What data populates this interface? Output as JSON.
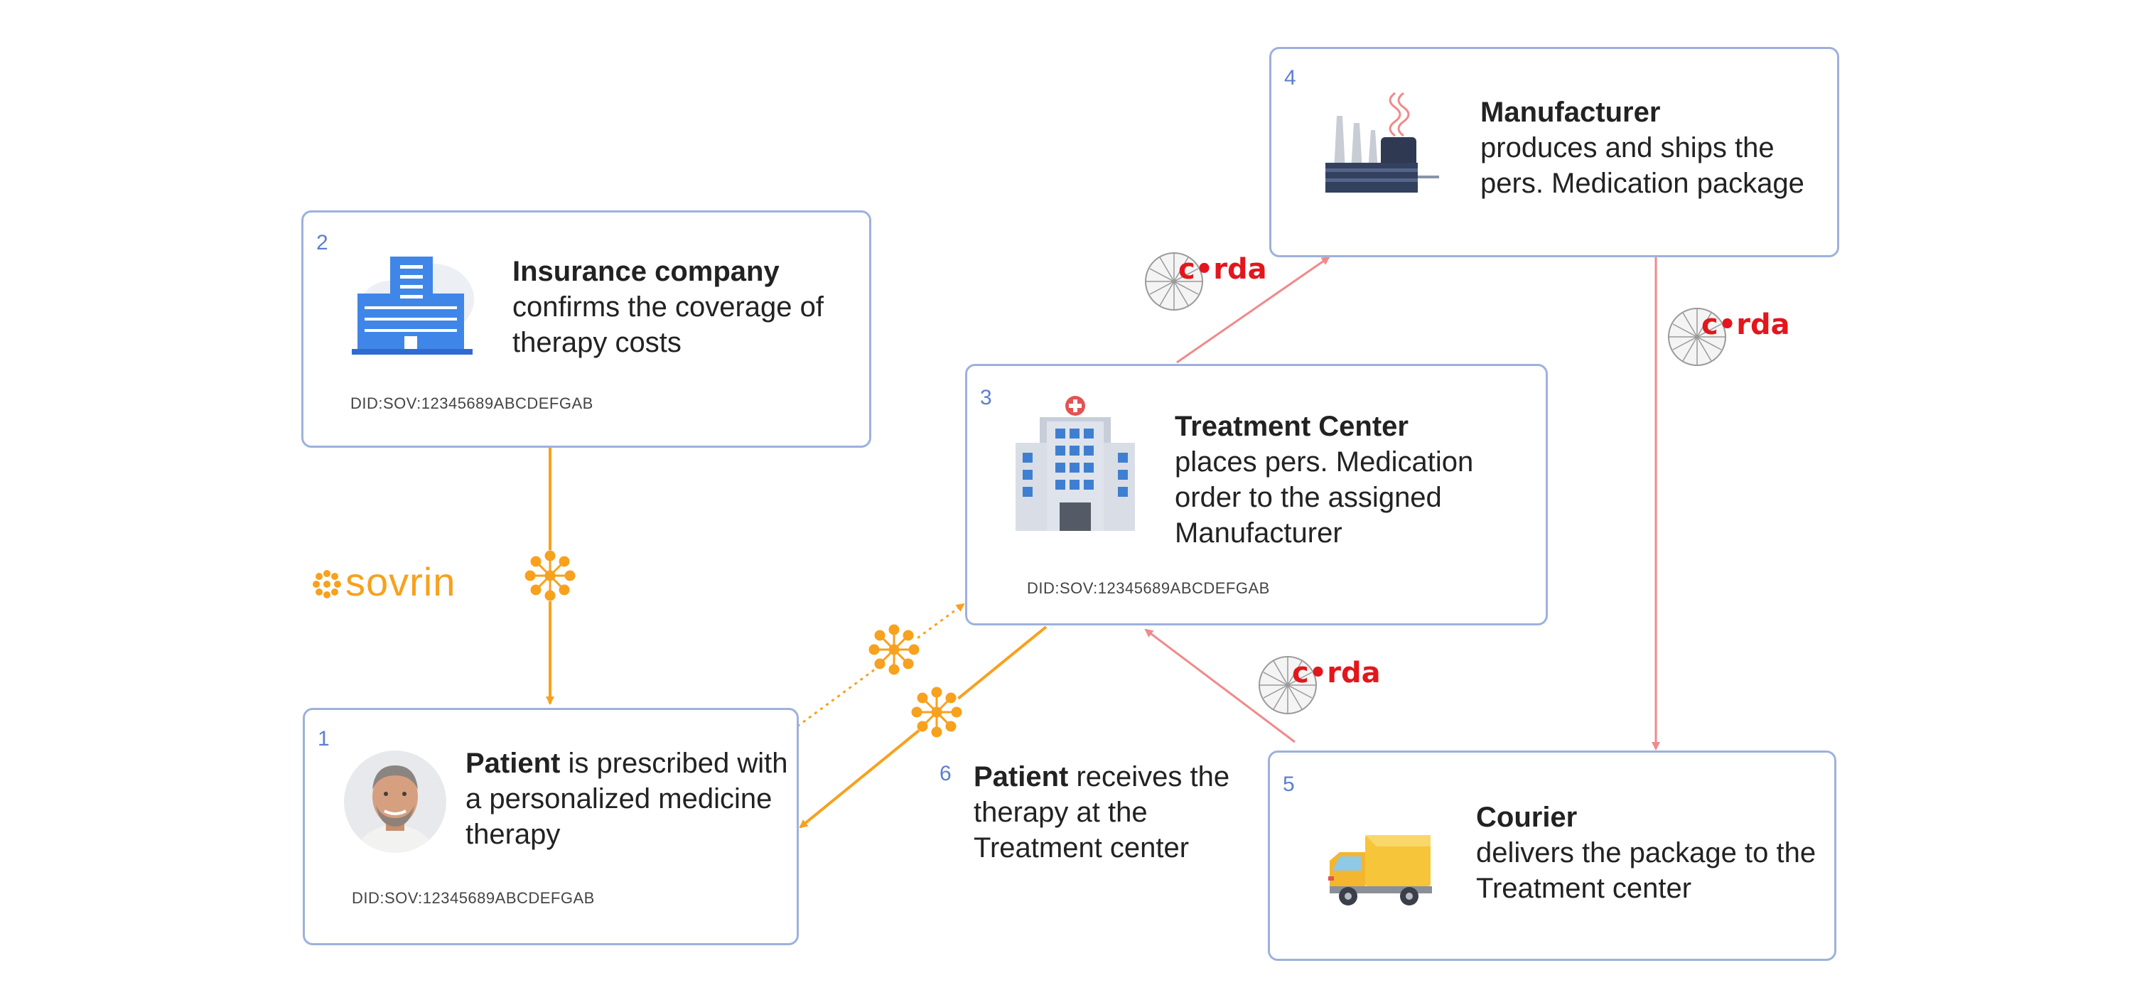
{
  "nodes": {
    "patient": {
      "number": "1",
      "title": "Patient",
      "text": " is prescribed with a personalized medicine therapy",
      "did": "DID:SOV:12345689ABCDEFGAB"
    },
    "insurance": {
      "number": "2",
      "title": "Insurance company",
      "text": "confirms the coverage of therapy costs",
      "did": "DID:SOV:12345689ABCDEFGAB"
    },
    "treatment": {
      "number": "3",
      "title": "Treatment Center",
      "text": "places pers. Medication order to the assigned Manufacturer",
      "did": "DID:SOV:12345689ABCDEFGAB"
    },
    "manufacturer": {
      "number": "4",
      "title": "Manufacturer",
      "text": "produces and ships the pers. Medication package"
    },
    "courier": {
      "number": "5",
      "title": "Courier",
      "text": "delivers the package to the Treatment center"
    }
  },
  "step6": {
    "number": "6",
    "title": "Patient",
    "text": " receives the therapy at the Treatment center"
  },
  "logos": {
    "sovrin": "sovrin",
    "corda": "c•rda"
  },
  "colors": {
    "border": "#9db1dd",
    "number": "#5b7fcf",
    "sovrin": "#f7a11d",
    "corda_arrow": "#f08a8a",
    "corda_text": "#e3161d"
  },
  "icons": {
    "patient": "person-photo-icon",
    "insurance": "office-building-icon",
    "treatment": "hospital-icon",
    "manufacturer": "factory-icon",
    "courier": "delivery-truck-icon"
  }
}
